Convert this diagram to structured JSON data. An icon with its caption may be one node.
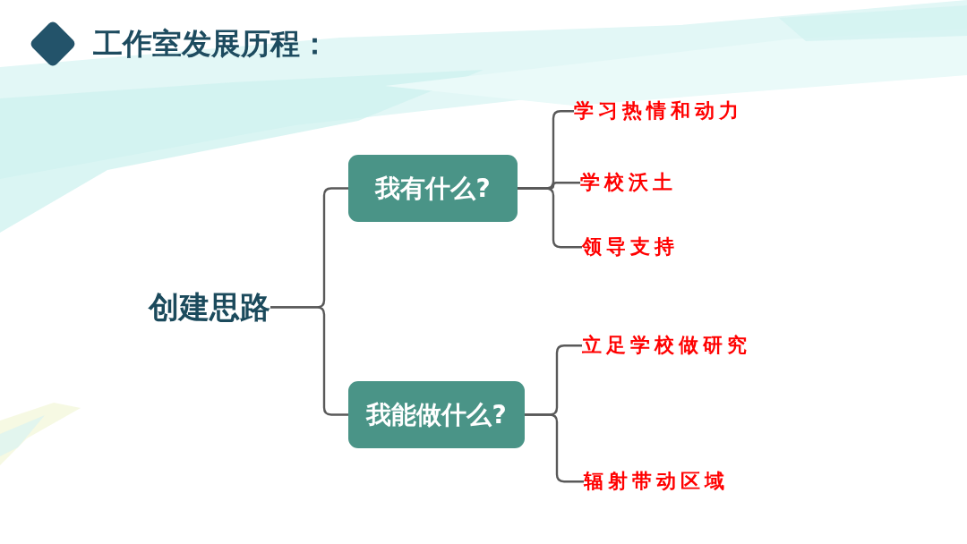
{
  "diagram": {
    "title": "工作室发展历程：",
    "nodes": [
      {
        "text": [
          "创建思路"
        ]
      },
      {
        "text": [
          "我有什么?"
        ]
      },
      {
        "text": [
          "我能做什么?"
        ]
      },
      {
        "text": [
          "学习热情和动力"
        ]
      },
      {
        "text": [
          "学校沃土"
        ]
      },
      {
        "text": [
          "领导支持"
        ]
      },
      {
        "text": [
          "立足学校做研究"
        ]
      },
      {
        "text": [
          "辐射带动区域"
        ]
      }
    ],
    "edges": [
      {
        "from": 0,
        "to": 1,
        "arrow": "none"
      },
      {
        "from": 0,
        "to": 2,
        "arrow": "none"
      },
      {
        "from": 1,
        "to": 3,
        "arrow": "none"
      },
      {
        "from": 1,
        "to": 4,
        "arrow": "none"
      },
      {
        "from": 1,
        "to": 5,
        "arrow": "none"
      },
      {
        "from": 2,
        "to": 6,
        "arrow": "none"
      },
      {
        "from": 2,
        "to": 7,
        "arrow": "none"
      }
    ]
  }
}
